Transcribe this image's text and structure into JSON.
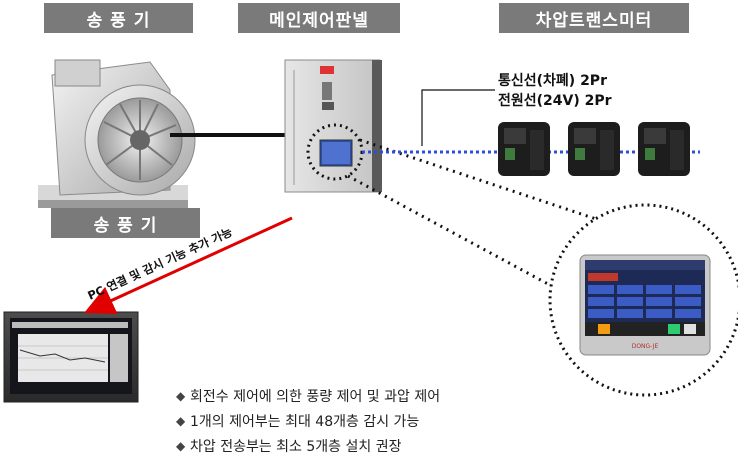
{
  "headers": {
    "blower": "송 풍 기",
    "panel": "메인제어판넬",
    "transmitter": "차압트랜스미터"
  },
  "blower_caption": "송 풍 기",
  "cable_labels": [
    "통신선(차폐)  2Pr",
    "전원선(24V)  2Pr"
  ],
  "pc_arrow_label": "PC 연결 및 감시 기능 추가 가능",
  "notes": [
    "회전수 제어에 의한 풍량 제어 및 과압 제어",
    "1개의 제어부는 최대 48개층 감시 가능",
    "차압 전송부는 최소 5개층 설치 권장"
  ],
  "hmi": {
    "brand": "DONG-JE"
  },
  "colors": {
    "header_bg": "#7a7a7a",
    "arrow": "#e00000",
    "link_dotted": "#2f4fd0"
  },
  "icons": [
    "bullet-diamond-icon",
    "red-arrow-icon"
  ]
}
